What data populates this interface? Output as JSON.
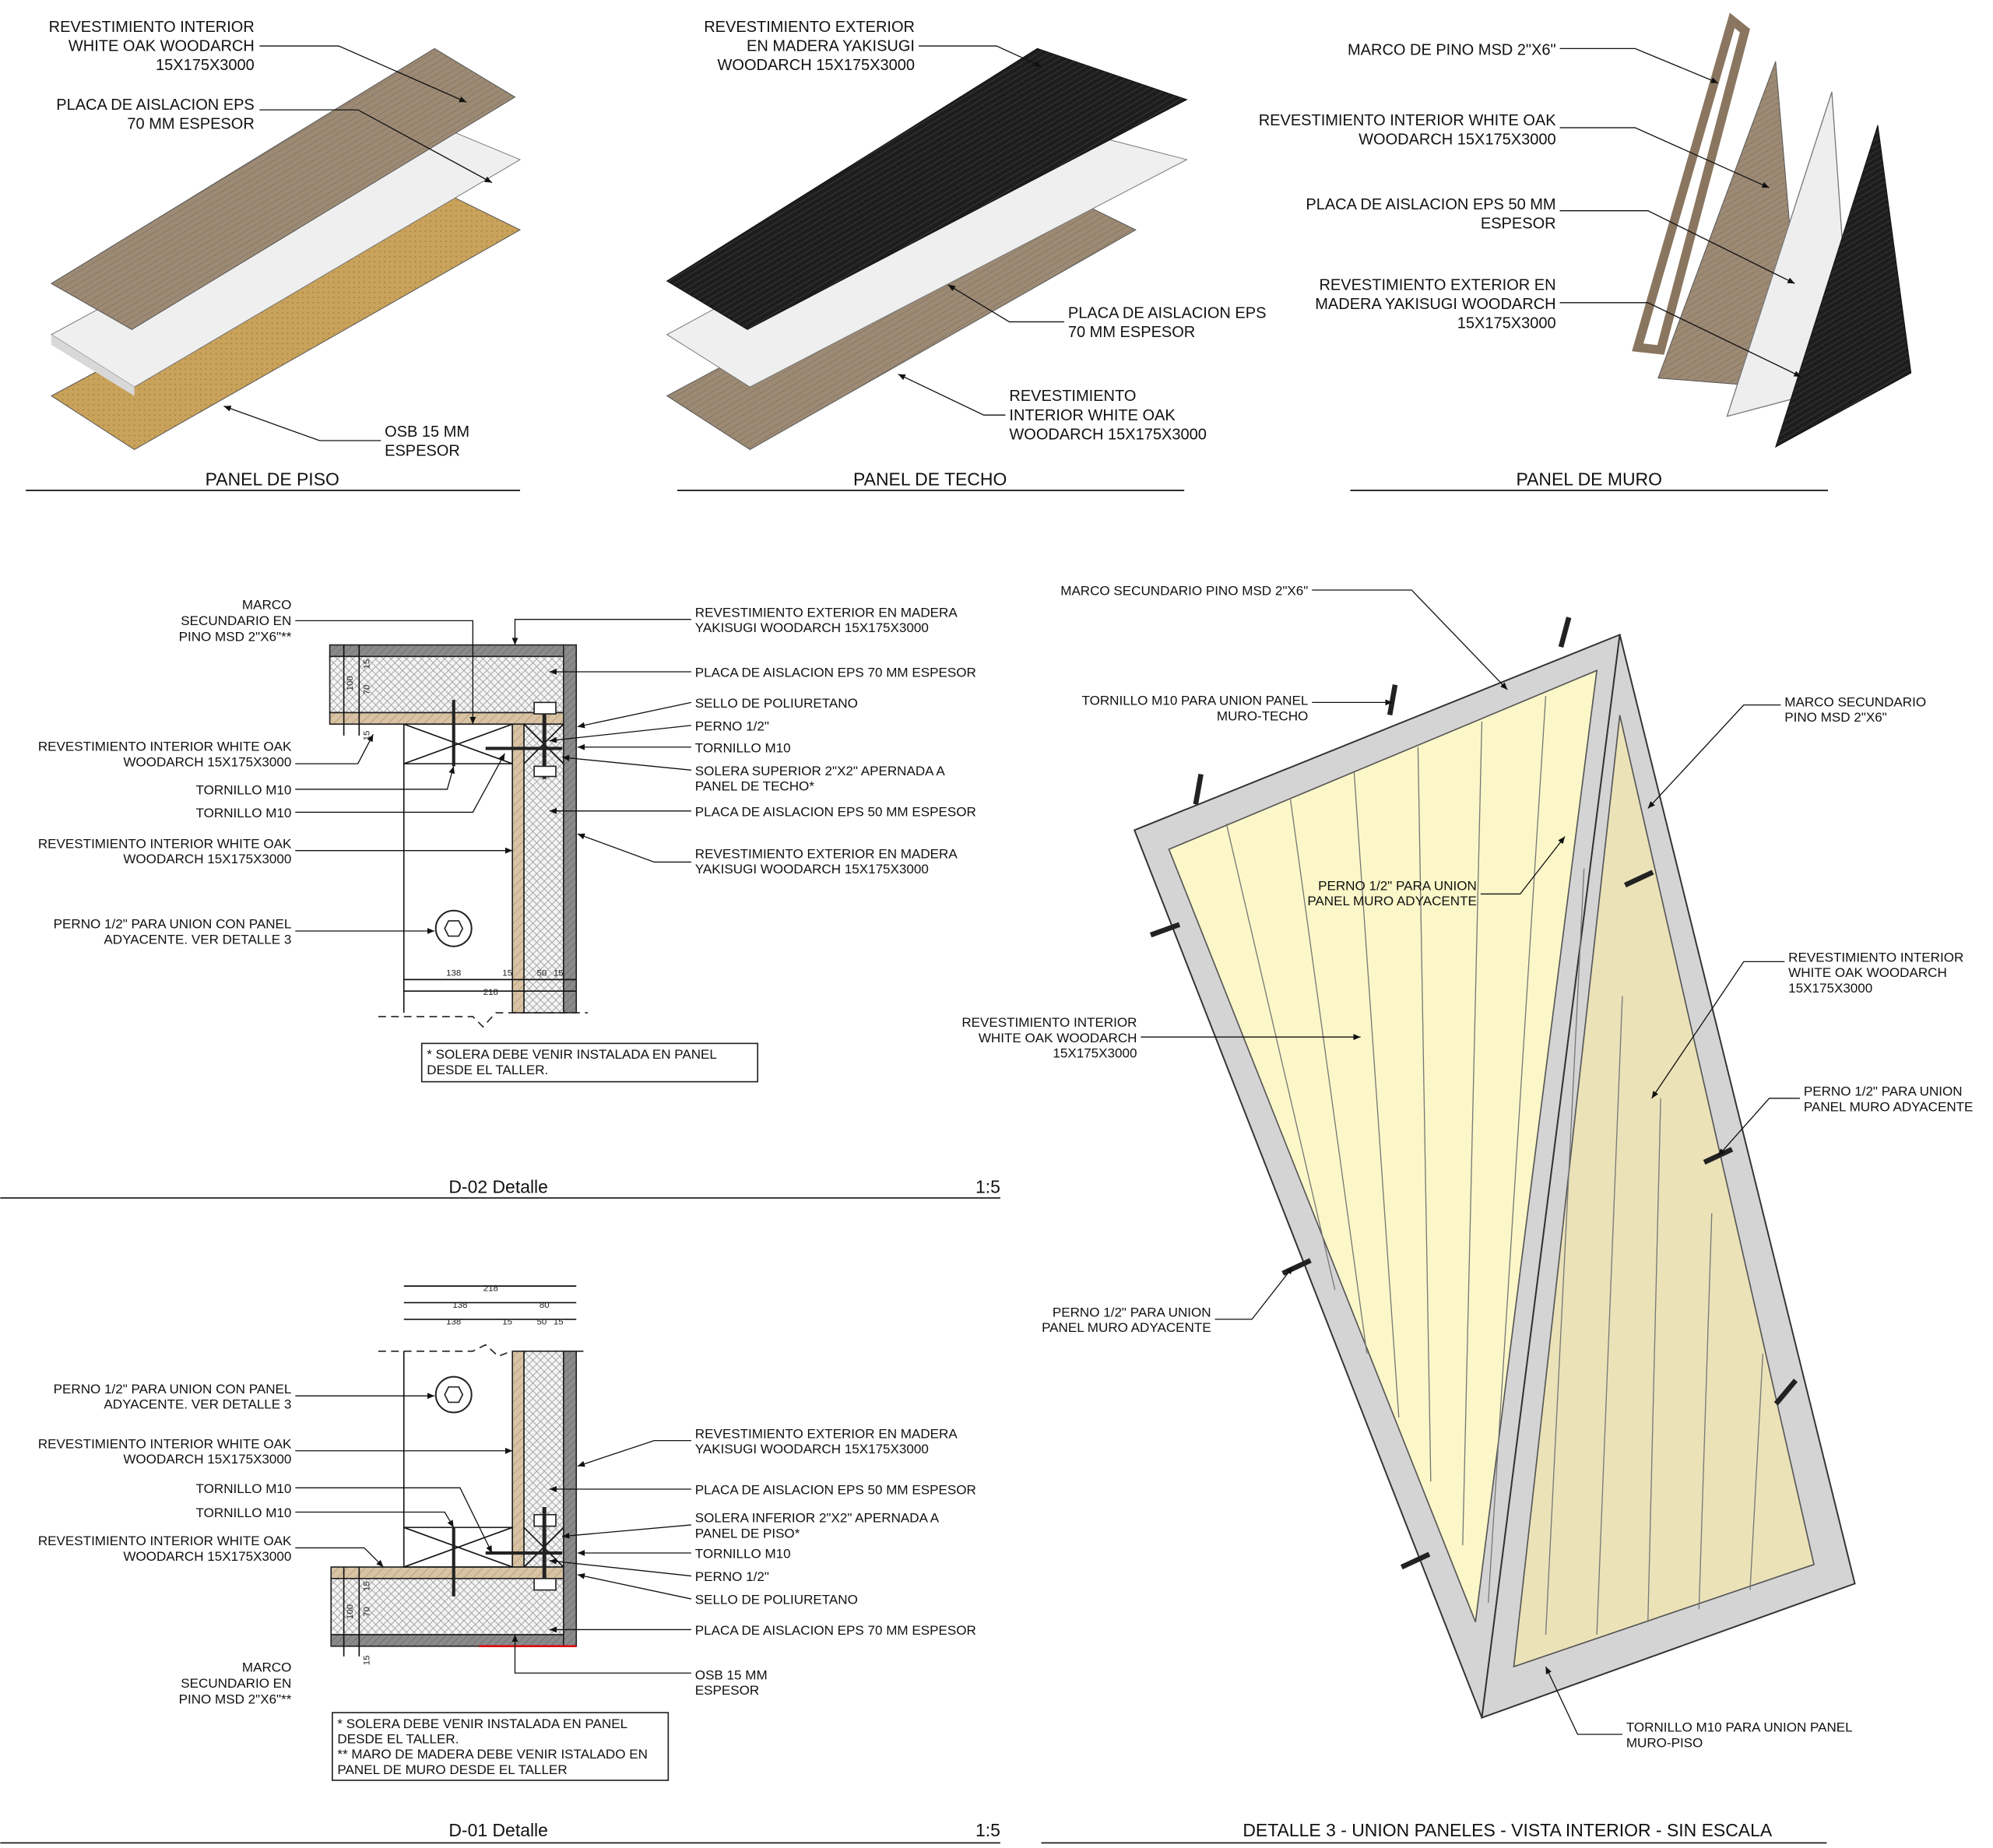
{
  "colors": {
    "oak": "#9c8a74",
    "eps": "#ececec",
    "osb": "#c9a25b",
    "yakisugi": "#1d1d1d",
    "wood_section": "#d8c3a5",
    "frame_grey": "#cfcfcf",
    "panel_face": "#fbf7c8",
    "panel_face_dark": "#ebe2b8"
  },
  "piso": {
    "title": "PANEL DE PISO",
    "labels": [
      [
        "REVESTIMIENTO INTERIOR",
        "WHITE OAK WOODARCH",
        "15X175X3000"
      ],
      [
        "PLACA DE AISLACION EPS",
        "70 MM ESPESOR"
      ],
      [
        "OSB 15 MM",
        "ESPESOR"
      ]
    ]
  },
  "techo": {
    "title": "PANEL DE TECHO",
    "labels": [
      [
        "REVESTIMIENTO EXTERIOR",
        "EN MADERA YAKISUGI",
        "WOODARCH 15X175X3000"
      ],
      [
        "PLACA DE AISLACION EPS",
        "70 MM ESPESOR"
      ],
      [
        "REVESTIMIENTO",
        "INTERIOR WHITE OAK",
        "WOODARCH 15X175X3000"
      ]
    ]
  },
  "muro": {
    "title": "PANEL DE MURO",
    "labels": [
      [
        "MARCO DE PINO MSD 2\"X6\""
      ],
      [
        "REVESTIMIENTO INTERIOR WHITE OAK",
        "WOODARCH 15X175X3000"
      ],
      [
        "PLACA DE AISLACION EPS 50 MM",
        "ESPESOR"
      ],
      [
        "REVESTIMIENTO EXTERIOR EN",
        "MADERA YAKISUGI WOODARCH",
        "15X175X3000"
      ]
    ]
  },
  "d02": {
    "title": "D-02 Detalle",
    "scale": "1:5",
    "left_labels": [
      [
        "MARCO",
        "SECUNDARIO EN",
        "PINO MSD 2\"X6\"**"
      ],
      [
        "REVESTIMIENTO INTERIOR WHITE OAK",
        "WOODARCH 15X175X3000"
      ],
      [
        "TORNILLO M10"
      ],
      [
        "TORNILLO M10"
      ],
      [
        "REVESTIMIENTO INTERIOR WHITE OAK",
        "WOODARCH 15X175X3000"
      ],
      [
        "PERNO 1/2\" PARA UNION CON PANEL",
        "ADYACENTE. VER DETALLE 3"
      ]
    ],
    "right_labels": [
      [
        "REVESTIMIENTO EXTERIOR EN MADERA",
        "YAKISUGI WOODARCH 15X175X3000"
      ],
      [
        "PLACA DE AISLACION EPS 70 MM ESPESOR"
      ],
      [
        "SELLO DE POLIURETANO"
      ],
      [
        "PERNO 1/2\""
      ],
      [
        "TORNILLO M10"
      ],
      [
        "SOLERA SUPERIOR 2\"X2\" APERNADA A",
        "PANEL DE TECHO*"
      ],
      [
        "PLACA DE AISLACION EPS 50 MM ESPESOR"
      ],
      [
        "REVESTIMIENTO EXTERIOR EN MADERA",
        "YAKISUGI WOODARCH 15X175X3000"
      ]
    ],
    "dims": {
      "d138": "138",
      "d15a": "15",
      "d50": "50",
      "d15b": "15",
      "d218": "218",
      "v100": "100",
      "v15a": "15",
      "v70": "70",
      "v15b": "15"
    },
    "note": [
      "* SOLERA DEBE VENIR INSTALADA EN PANEL",
      "DESDE EL TALLER."
    ]
  },
  "d01": {
    "title": "D-01 Detalle",
    "scale": "1:5",
    "left_labels": [
      [
        "PERNO 1/2\" PARA UNION CON PANEL",
        "ADYACENTE. VER DETALLE 3"
      ],
      [
        "REVESTIMIENTO INTERIOR WHITE OAK",
        "WOODARCH 15X175X3000"
      ],
      [
        "TORNILLO M10"
      ],
      [
        "TORNILLO M10"
      ],
      [
        "REVESTIMIENTO INTERIOR WHITE OAK",
        "WOODARCH 15X175X3000"
      ],
      [
        "MARCO",
        "SECUNDARIO EN",
        "PINO MSD 2\"X6\"**"
      ]
    ],
    "right_labels": [
      [
        "REVESTIMIENTO EXTERIOR EN MADERA",
        "YAKISUGI WOODARCH 15X175X3000"
      ],
      [
        "PLACA DE AISLACION EPS 50 MM ESPESOR"
      ],
      [
        "SOLERA INFERIOR 2\"X2\" APERNADA A",
        "PANEL DE PISO*"
      ],
      [
        "TORNILLO M10"
      ],
      [
        "PERNO 1/2\""
      ],
      [
        "SELLO DE POLIURETANO"
      ],
      [
        "PLACA DE AISLACION EPS 70 MM ESPESOR"
      ],
      [
        "OSB 15 MM",
        "ESPESOR"
      ]
    ],
    "dims": {
      "d218": "218",
      "d138a": "138",
      "d80": "80",
      "d138b": "138",
      "d15a": "15",
      "d50": "50",
      "d15b": "15",
      "v100": "100",
      "v15a": "15",
      "v70": "70",
      "v15b": "15"
    },
    "note": [
      "* SOLERA DEBE VENIR INSTALADA EN PANEL",
      "DESDE EL TALLER.",
      "** MARO DE MADERA DEBE VENIR ISTALADO EN",
      "PANEL DE MURO DESDE EL TALLER"
    ]
  },
  "detalle3": {
    "title": "DETALLE 3 - UNION PANELES - VISTA INTERIOR - SIN ESCALA",
    "labels": [
      [
        "MARCO SECUNDARIO PINO MSD 2\"X6\""
      ],
      [
        "TORNILLO M10 PARA UNION PANEL",
        "MURO-TECHO"
      ],
      [
        "MARCO SECUNDARIO",
        "PINO MSD 2\"X6\""
      ],
      [
        "PERNO 1/2\" PARA UNION",
        "PANEL MURO ADYACENTE"
      ],
      [
        "REVESTIMIENTO INTERIOR",
        "WHITE OAK WOODARCH",
        "15X175X3000"
      ],
      [
        "REVESTIMIENTO INTERIOR",
        "WHITE OAK WOODARCH",
        "15X175X3000"
      ],
      [
        "PERNO 1/2\" PARA UNION",
        "PANEL MURO ADYACENTE"
      ],
      [
        "PERNO 1/2\" PARA UNION",
        "PANEL MURO ADYACENTE"
      ],
      [
        "TORNILLO M10 PARA UNION PANEL",
        "MURO-PISO"
      ]
    ]
  }
}
